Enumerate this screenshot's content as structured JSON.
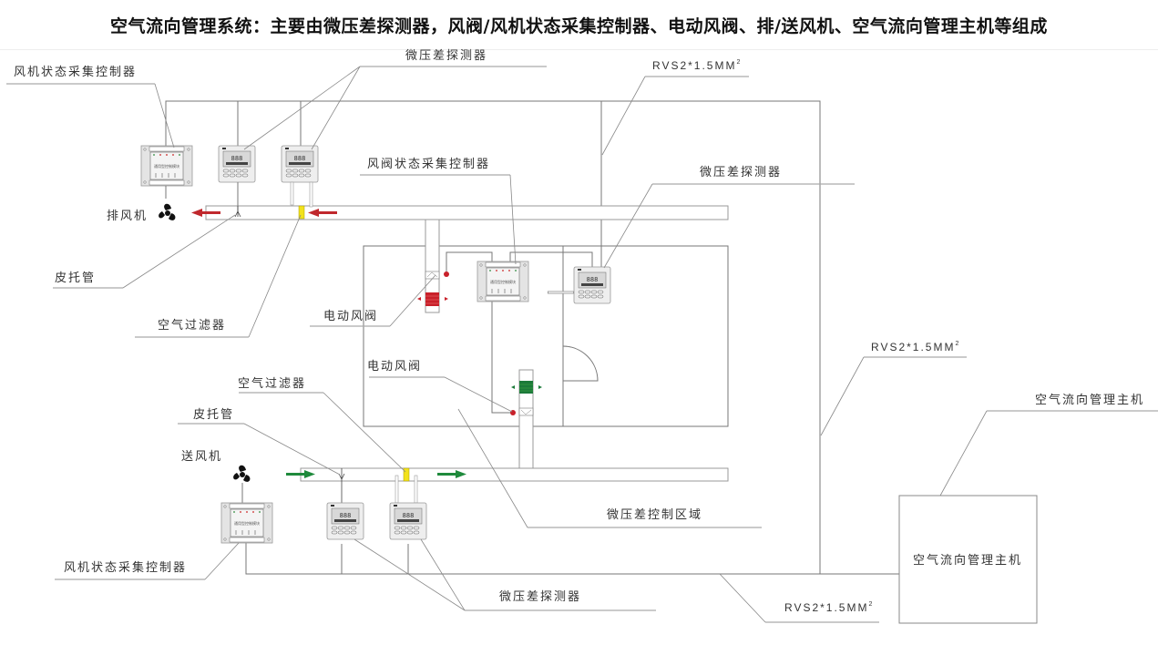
{
  "title": "空气流向管理系统：主要由微压差探测器，风阀/风机状态采集控制器、电动风阀、排/送风机、空气流向管理主机等组成",
  "colors": {
    "exhaust_arrow": "#c0282d",
    "supply_arrow": "#1f8a3c",
    "filter": "#f2e21c",
    "valve_red": "#c8202a",
    "valve_green": "#1c7a3a",
    "line": "#777777"
  },
  "labels": {
    "fan_controller_top": "风机状态采集控制器",
    "detector_top": "微压差探测器",
    "cable_top": "RVS2*1.5MM",
    "cable_sup": "2",
    "valve_controller": "风阀状态采集控制器",
    "detector_room": "微压差探测器",
    "exhaust_fan": "排风机",
    "pitot_top": "皮托管",
    "filter_top": "空气过滤器",
    "motor_valve_top": "电动风阀",
    "motor_valve_bottom": "电动风阀",
    "cable_right": "RVS2*1.5MM",
    "host_callout": "空气流向管理主机",
    "filter_bottom": "空气过滤器",
    "pitot_bottom": "皮托管",
    "supply_fan": "送风机",
    "control_zone": "微压差控制区域",
    "fan_controller_bottom": "风机状态采集控制器",
    "detector_bottom": "微压差探测器",
    "cable_bottom": "RVS2*1.5MM",
    "host_box": "空气流向管理主机"
  },
  "devices": {
    "controller_panel_text": "通用型控制模块",
    "detector_display": "8.8.8"
  }
}
